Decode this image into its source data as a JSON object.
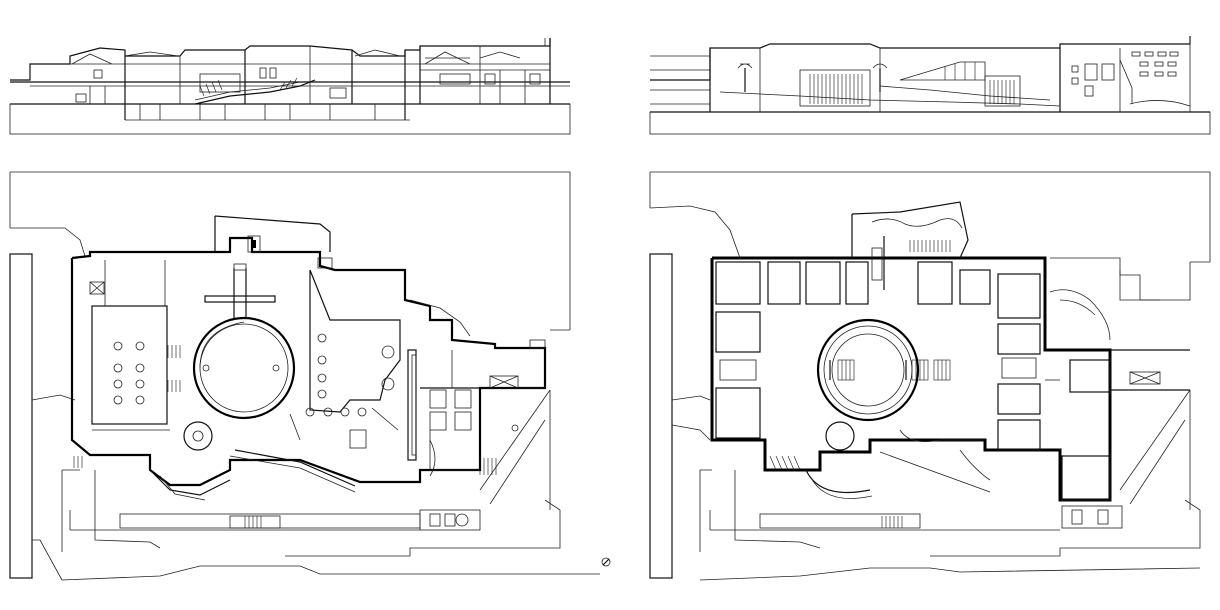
{
  "drawing": {
    "line_color": "#000000",
    "background": "#ffffff",
    "panels": [
      {
        "id": "section-left",
        "kind": "section"
      },
      {
        "id": "elevation-right",
        "kind": "elevation"
      },
      {
        "id": "plan-left",
        "kind": "plan"
      },
      {
        "id": "plan-right",
        "kind": "plan"
      }
    ],
    "north_arrow_icon": "north-arrow-icon"
  }
}
